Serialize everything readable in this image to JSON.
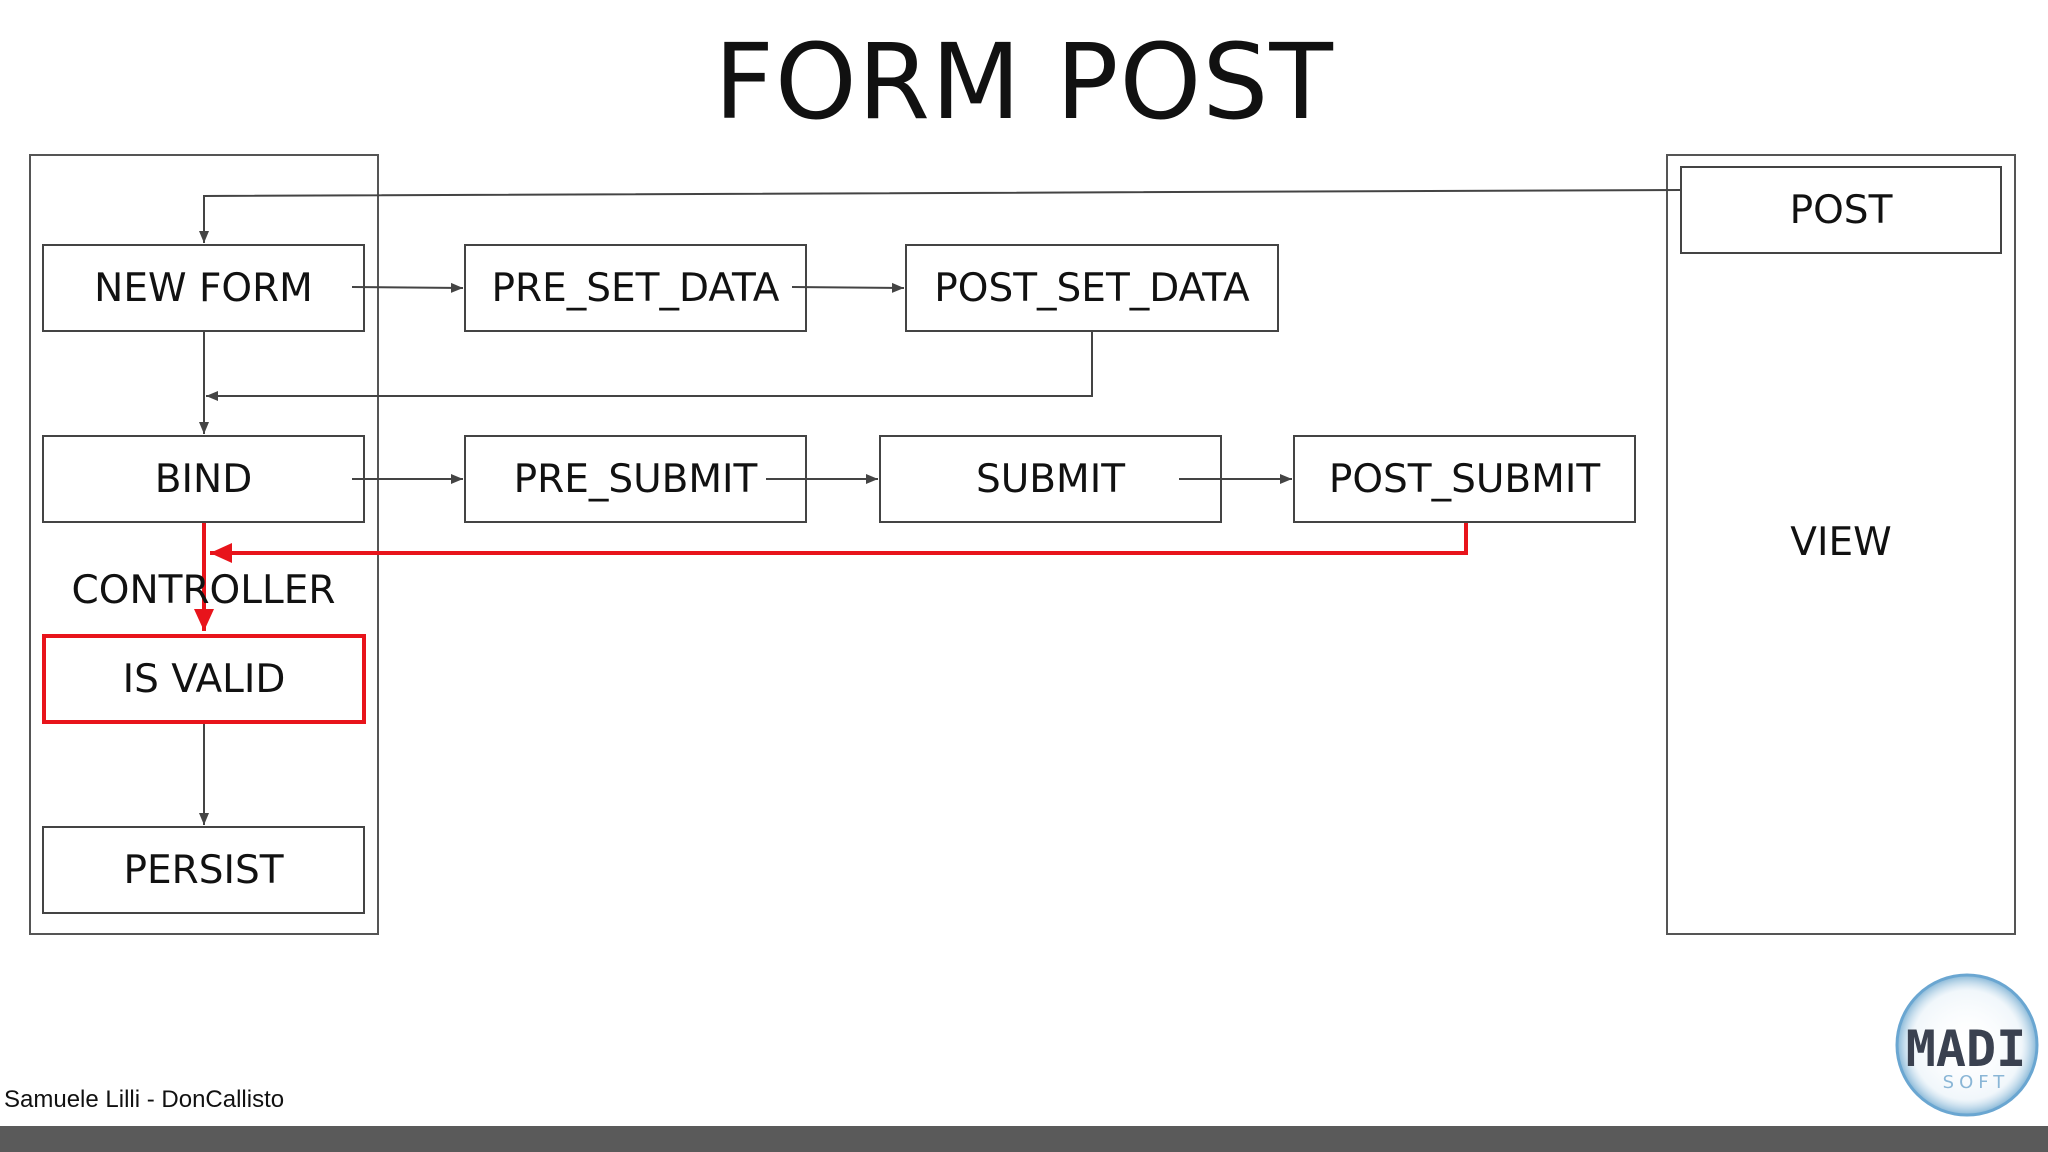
{
  "title": "FORM POST",
  "controller": {
    "label": "CONTROLLER",
    "nodes": {
      "new_form": "NEW FORM",
      "bind": "BIND",
      "is_valid": "IS VALID",
      "persist": "PERSIST"
    }
  },
  "events": {
    "pre_set_data": "PRE_SET_DATA",
    "post_set_data": "POST_SET_DATA",
    "pre_submit": "PRE_SUBMIT",
    "submit": "SUBMIT",
    "post_submit": "POST_SUBMIT"
  },
  "view": {
    "label": "VIEW",
    "post": "POST"
  },
  "footer": {
    "author": "Samuele Lilli - DonCallisto"
  },
  "logo": {
    "name": "MADI",
    "sub": "SOFT"
  },
  "colors": {
    "highlight": "#e8141b",
    "line": "#444444",
    "bar": "#5a5a5a"
  }
}
